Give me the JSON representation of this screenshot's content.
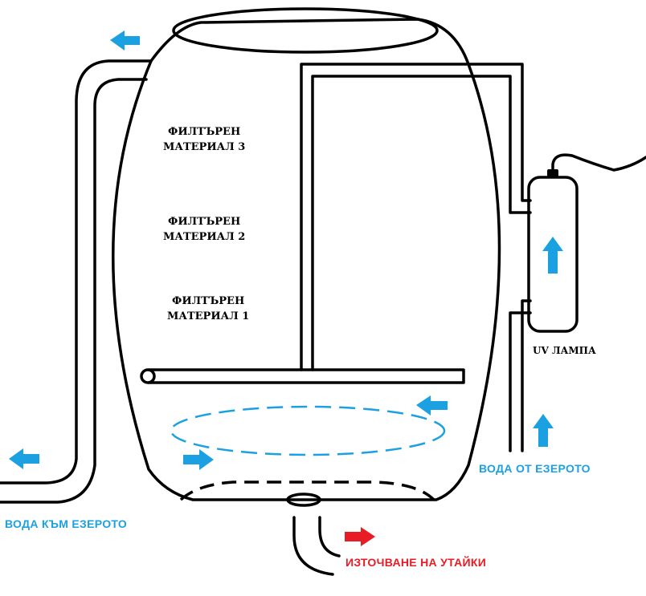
{
  "labels": {
    "filter_material_3": [
      "ФИЛТЪРЕН",
      "МАТЕРИАЛ 3"
    ],
    "filter_material_2": [
      "ФИЛТЪРЕН",
      "МАТЕРИАЛ 2"
    ],
    "filter_material_1": [
      "ФИЛТЪРЕН",
      "МАТЕРИАЛ 1"
    ],
    "uv_lamp": "UV ЛАМПА",
    "water_from_lake": "ВОДА ОТ ЕЗЕРОТО",
    "water_to_lake": "ВОДА КЪМ ЕЗЕРОТО",
    "sludge_drain": "ИЗТОЧВАНЕ НА УТАЙКИ"
  },
  "colors": {
    "outline": "#000000",
    "water_flow": "#1ba1e2",
    "sludge_flow": "#e81c24"
  }
}
